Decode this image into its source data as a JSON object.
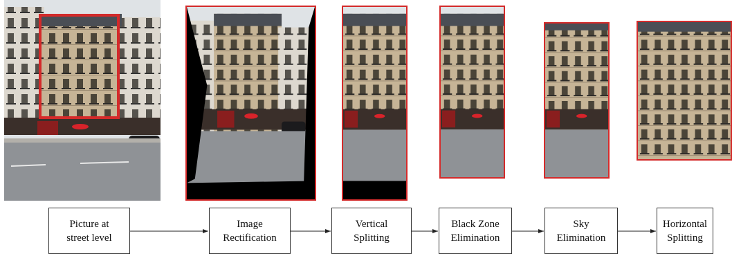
{
  "steps": [
    {
      "line1": "Picture at",
      "line2": "street level"
    },
    {
      "line1": "Image",
      "line2": "Rectification"
    },
    {
      "line1": "Vertical",
      "line2": "Splitting"
    },
    {
      "line1": "Black Zone",
      "line2": "Elimination"
    },
    {
      "line1": "Sky",
      "line2": "Elimination"
    },
    {
      "line1": "Horizontal",
      "line2": "Splitting"
    }
  ],
  "colors": {
    "frame": "#d42a2a",
    "box_border": "#333333",
    "arrow": "#222222"
  }
}
